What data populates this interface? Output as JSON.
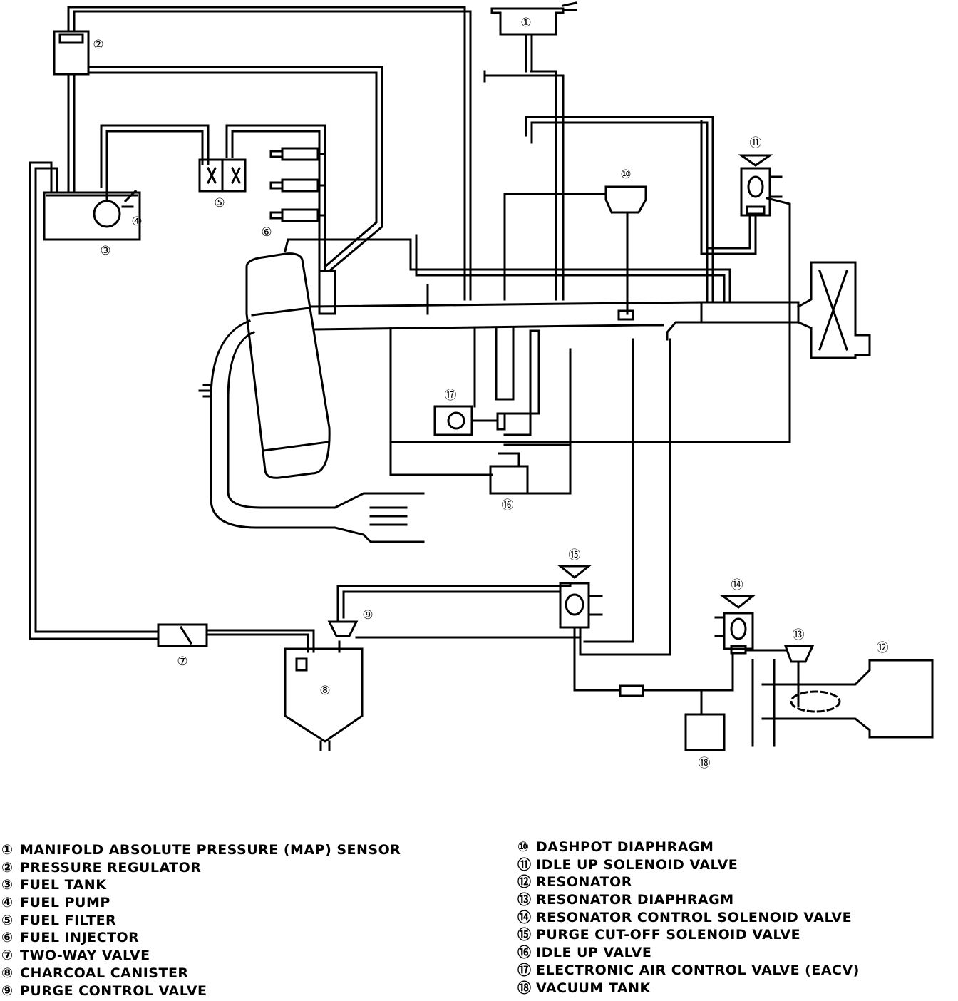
{
  "diagram": {
    "callouts": [
      "①",
      "②",
      "③",
      "④",
      "⑤",
      "⑥",
      "⑦",
      "⑧",
      "⑨",
      "⑩",
      "⑪",
      "⑫",
      "⑬",
      "⑭",
      "⑮",
      "⑯",
      "⑰",
      "⑱"
    ]
  },
  "legend": {
    "left": [
      {
        "num": "①",
        "label": "MANIFOLD ABSOLUTE PRESSURE (MAP) SENSOR"
      },
      {
        "num": "②",
        "label": "PRESSURE REGULATOR"
      },
      {
        "num": "③",
        "label": "FUEL TANK"
      },
      {
        "num": "④",
        "label": "FUEL PUMP"
      },
      {
        "num": "⑤",
        "label": "FUEL FILTER"
      },
      {
        "num": "⑥",
        "label": "FUEL INJECTOR"
      },
      {
        "num": "⑦",
        "label": "TWO-WAY VALVE"
      },
      {
        "num": "⑧",
        "label": "CHARCOAL CANISTER"
      },
      {
        "num": "⑨",
        "label": "PURGE CONTROL VALVE"
      }
    ],
    "right": [
      {
        "num": "⑩",
        "label": "DASHPOT DIAPHRAGM"
      },
      {
        "num": "⑪",
        "label": "IDLE UP SOLENOID VALVE"
      },
      {
        "num": "⑫",
        "label": "RESONATOR"
      },
      {
        "num": "⑬",
        "label": "RESONATOR DIAPHRAGM"
      },
      {
        "num": "⑭",
        "label": "RESONATOR CONTROL SOLENOID VALVE"
      },
      {
        "num": "⑮",
        "label": "PURGE CUT-OFF SOLENOID VALVE"
      },
      {
        "num": "⑯",
        "label": "IDLE UP VALVE"
      },
      {
        "num": "⑰",
        "label": "ELECTRONIC AIR CONTROL VALVE (EACV)"
      },
      {
        "num": "⑱",
        "label": "VACUUM TANK"
      }
    ]
  }
}
